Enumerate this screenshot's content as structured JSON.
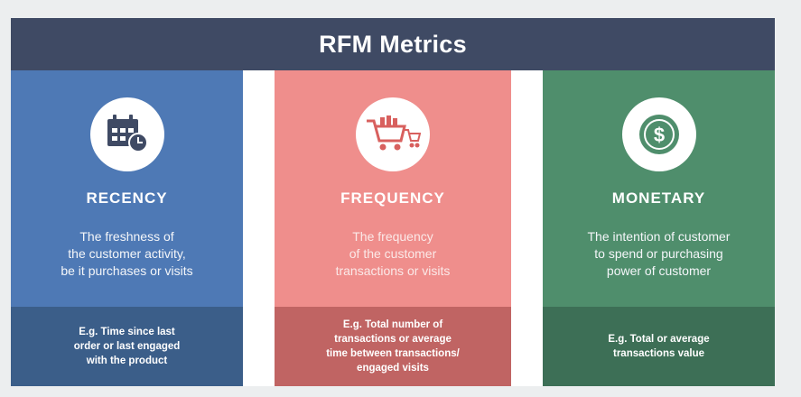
{
  "title": "RFM Metrics",
  "colors": {
    "header": "#3f4a64",
    "recency": "#4e79b5",
    "recency_dark": "#3b5e89",
    "frequency": "#ef8e8c",
    "frequency_dark": "#c06463",
    "monetary": "#4f8e6c",
    "monetary_dark": "#3d6f56"
  },
  "metrics": [
    {
      "icon": "calendar-clock-icon",
      "name": "RECENCY",
      "description": [
        "The freshness of",
        "the customer activity,",
        "be it purchases or visits"
      ],
      "example": [
        "E.g. Time since last",
        "order or last engaged",
        "with the product"
      ]
    },
    {
      "icon": "shopping-cart-icon",
      "name": "FREQUENCY",
      "description": [
        "The frequency",
        "of the customer",
        "transactions or visits"
      ],
      "example": [
        "E.g. Total number of",
        "transactions or average",
        "time between transactions/",
        "engaged visits"
      ]
    },
    {
      "icon": "dollar-coin-icon",
      "name": "MONETARY",
      "description": [
        "The intention of customer",
        "to spend or purchasing",
        "power of customer"
      ],
      "example": [
        "E.g. Total or average",
        "transactions value"
      ]
    }
  ]
}
